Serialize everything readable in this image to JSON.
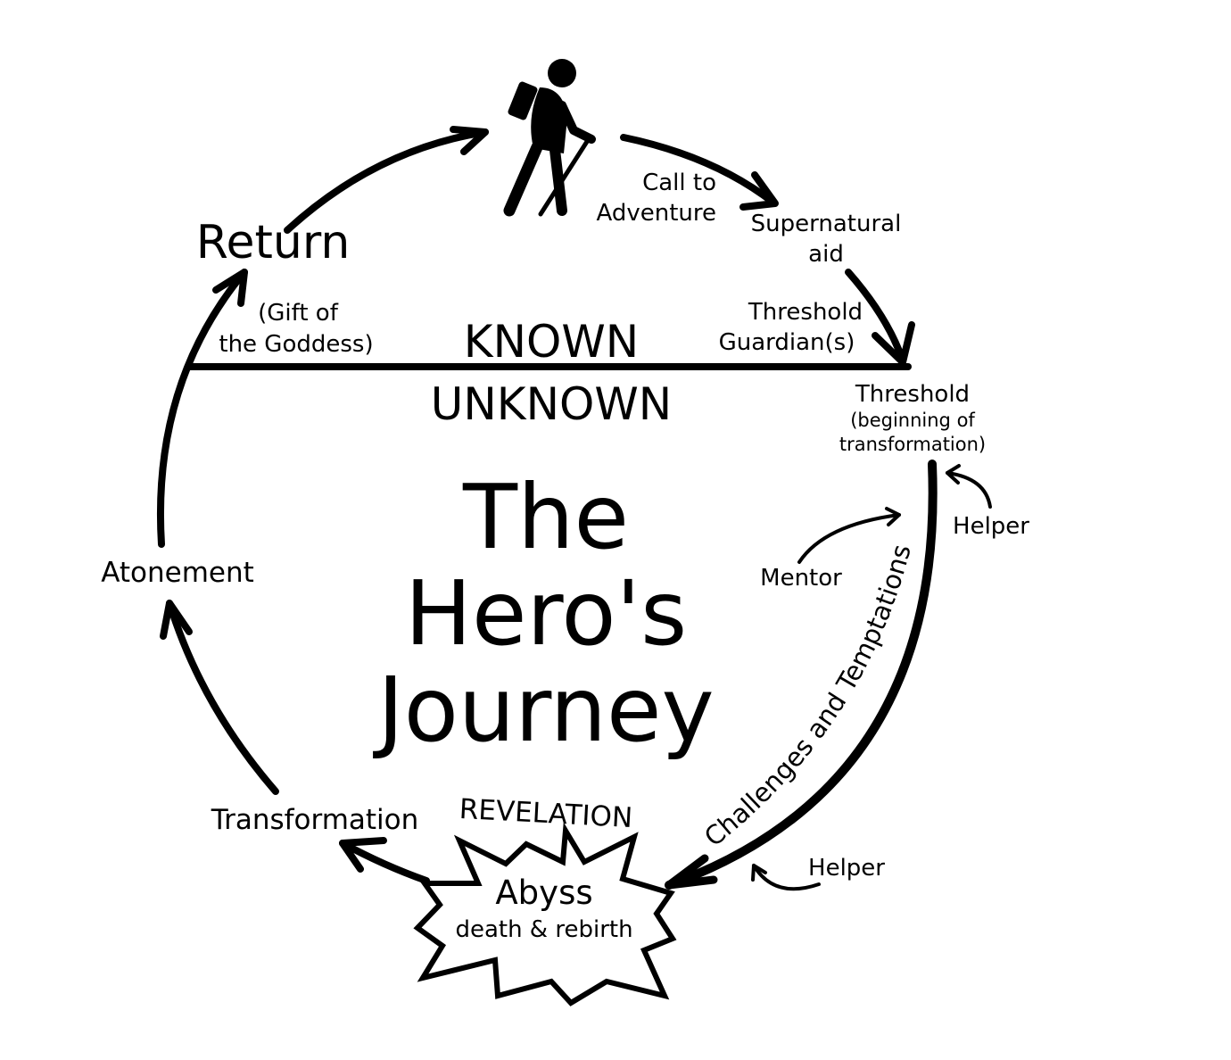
{
  "diagram": {
    "title": [
      "The",
      "Hero's",
      "Journey"
    ],
    "known": "KNOWN",
    "unknown": "UNKNOWN",
    "stages": {
      "call_to_adventure": [
        "Call to",
        "Adventure"
      ],
      "supernatural_aid": [
        "Supernatural",
        "aid"
      ],
      "threshold_guardians": [
        "Threshold",
        "Guardian(s)"
      ],
      "threshold": "Threshold",
      "threshold_note": [
        "(beginning of",
        "transformation)"
      ],
      "helper_top": "Helper",
      "mentor": "Mentor",
      "challenges": "Challenges and Temptations",
      "helper_bottom": "Helper",
      "revelation": "REVELATION",
      "abyss": "Abyss",
      "abyss_note": "death & rebirth",
      "transformation": "Transformation",
      "atonement": "Atonement",
      "return": "Return",
      "gift": [
        "(Gift of",
        "the Goddess)"
      ]
    },
    "colors": {
      "ink": "#000000",
      "background": "#ffffff"
    },
    "icons": {
      "hero": "hiker-icon",
      "abyss": "starburst-icon"
    }
  }
}
